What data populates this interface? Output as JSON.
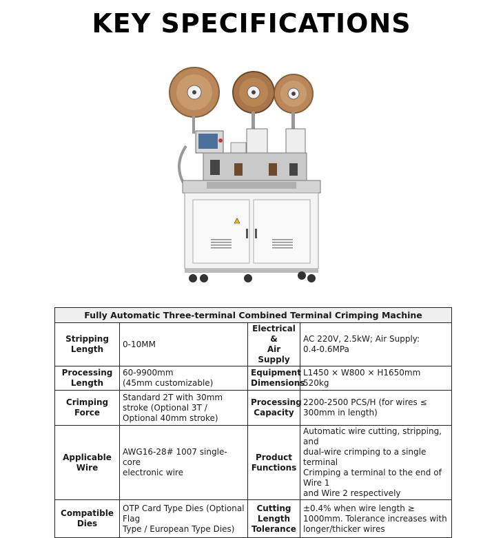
{
  "page_title": "KEY SPECIFICATIONS",
  "table_title": "Fully Automatic Three-terminal Combined Terminal Crimping Machine",
  "rows": [
    {
      "left_label": "Stripping\nLength",
      "left_value": "0-10MM",
      "right_label": "Electrical &\nAir Supply",
      "right_value": "AC 220V, 2.5kW; Air Supply:\n0.4-0.6MPa"
    },
    {
      "left_label": "Processing\nLength",
      "left_value": "60-9900mm\n(45mm customizable)",
      "right_label": "Equipment\nDimensions",
      "right_value": "L1450 × W800 × H1650mm\n520kg"
    },
    {
      "left_label": "Crimping\nForce",
      "left_value": "Standard 2T with 30mm\nstroke (Optional 3T /\nOptional 40mm stroke)",
      "right_label": "Processing\nCapacity",
      "right_value": "2200-2500 PCS/H (for wires ≤\n300mm in length)"
    },
    {
      "left_label": "Applicable\nWire",
      "left_value": "AWG16-28# 1007 single-core\nelectronic wire",
      "right_label": "Product\nFunctions",
      "right_value": "Automatic wire cutting, stripping, and\ndual-wire crimping to a single terminal\nCrimping a terminal to the end of Wire 1\nand Wire 2 respectively"
    },
    {
      "left_label": "Compatible\nDies",
      "left_value": "OTP Card Type Dies (Optional Flag\nType / European Type Dies)",
      "right_label": "Cutting\nLength\nTolerance",
      "right_value": "±0.4% when wire length ≥\n1000mm. Tolerance increases with\nlonger/thicker wires"
    }
  ]
}
